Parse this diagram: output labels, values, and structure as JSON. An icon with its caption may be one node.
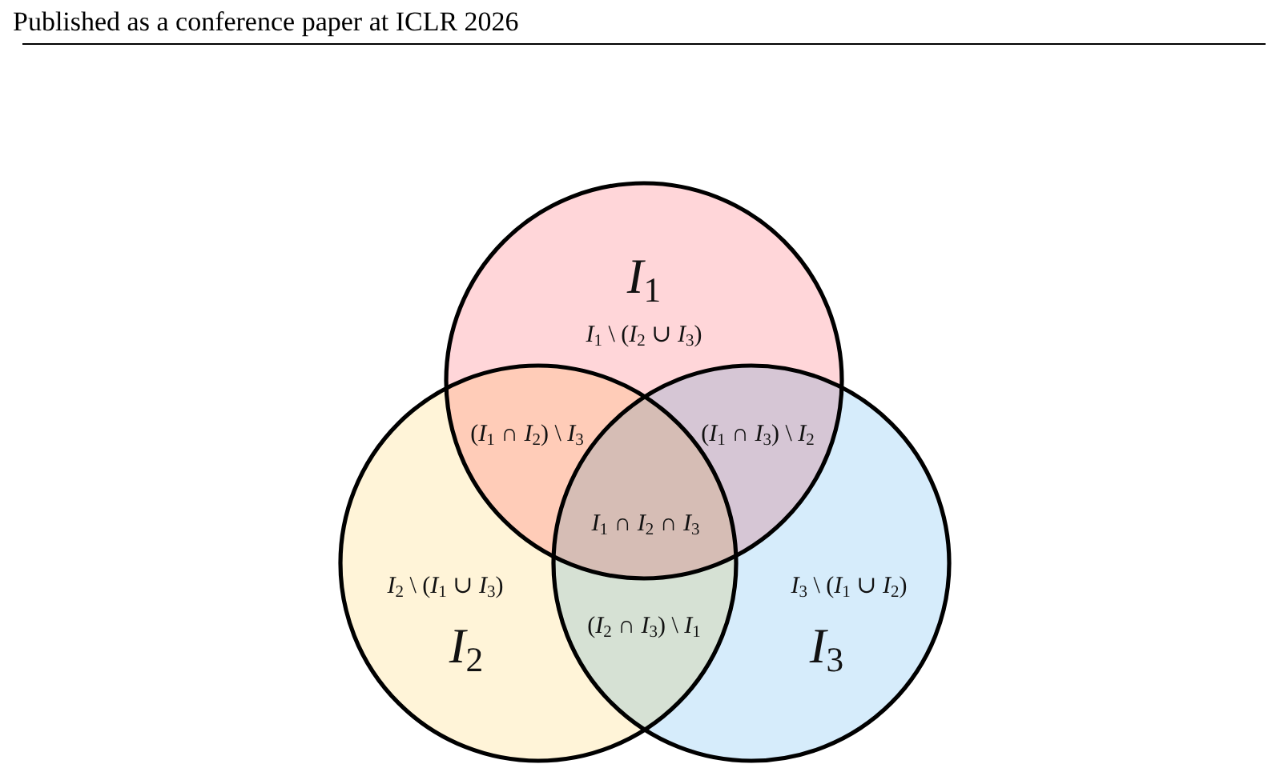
{
  "diagram": {
    "nodes": [
      {
        "text": [
          "*I*$_{1}$",
          "*I*$_{1}$ \\ (*I*$_{2}$ ∪ *I*$_{3}$)"
        ]
      },
      {
        "text": [
          "*I*$_{2}$ \\ (*I*$_{1}$ ∪ *I*$_{3}$)",
          "*I*$_{2}$"
        ]
      },
      {
        "text": [
          "*I*$_{3}$ \\ (*I*$_{1}$ ∪ *I*$_{2}$)",
          "*I*$_{3}$"
        ]
      }
    ],
    "labels": [
      "Published as a conference paper at ICLR 2026",
      "(*I*$_{1}$ ∩ *I*$_{2}$) \\ *I*$_{3}$",
      "(*I*$_{1}$ ∩ *I*$_{3}$) \\ *I*$_{2}$",
      "*I*$_{1}$ ∩ *I*$_{2}$ ∩ *I*$_{3}$",
      "(*I*$_{2}$ ∩ *I*$_{3}$) \\ *I*$_{1}$"
    ]
  }
}
